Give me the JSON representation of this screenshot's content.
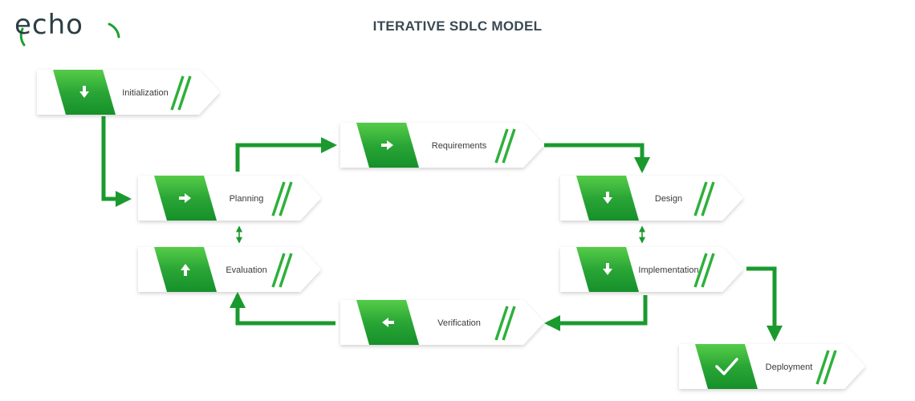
{
  "logo": {
    "text": "echo"
  },
  "title": "ITERATIVE SDLC MODEL",
  "colors": {
    "green": "#1a9a2e",
    "green_light": "#4ec84a",
    "green_dark": "#138a24",
    "card": "#ffffff",
    "text": "#3a3a3a"
  },
  "nodes": [
    {
      "id": "initialization",
      "label": "Initialization",
      "icon": "arrow-down-icon"
    },
    {
      "id": "planning",
      "label": "Planning",
      "icon": "arrow-right-icon"
    },
    {
      "id": "requirements",
      "label": "Requirements",
      "icon": "arrow-right-icon"
    },
    {
      "id": "design",
      "label": "Design",
      "icon": "arrow-down-icon"
    },
    {
      "id": "implementation",
      "label": "Implementation",
      "icon": "arrow-down-icon"
    },
    {
      "id": "verification",
      "label": "Verification",
      "icon": "arrow-left-icon"
    },
    {
      "id": "evaluation",
      "label": "Evaluation",
      "icon": "arrow-up-icon"
    },
    {
      "id": "deployment",
      "label": "Deployment",
      "icon": "check-icon"
    }
  ]
}
